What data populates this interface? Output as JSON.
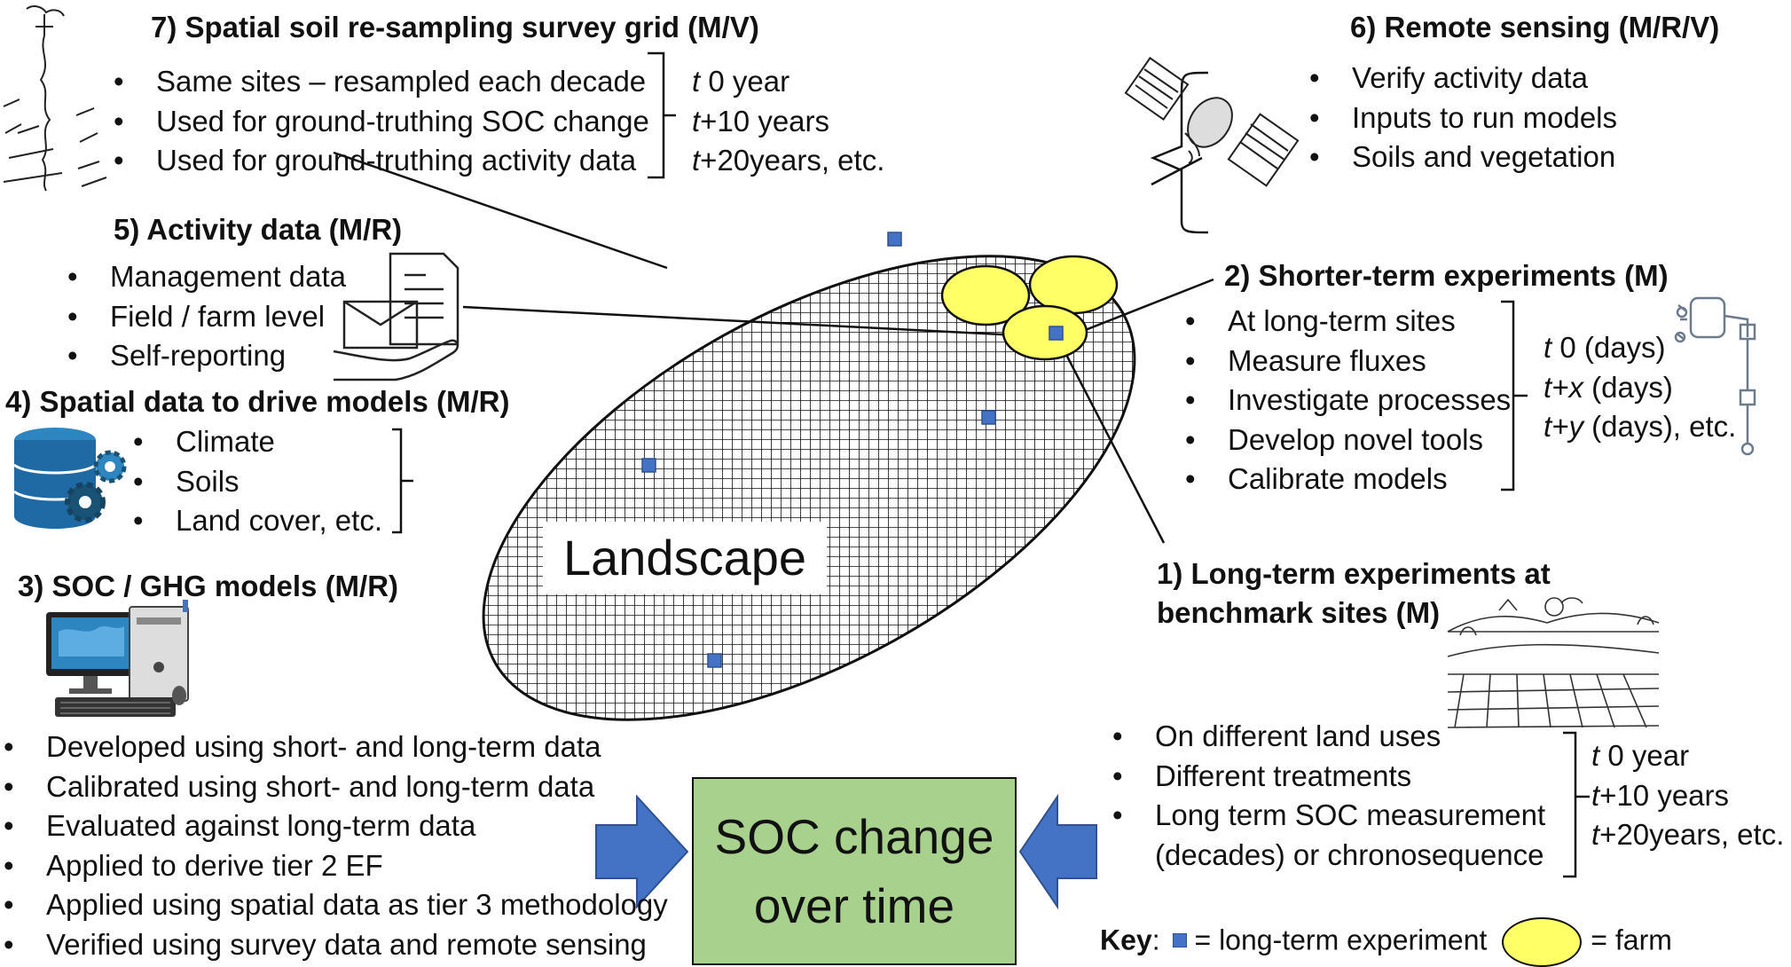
{
  "landscape_label": "Landscape",
  "soc_change": {
    "line1": "SOC change",
    "line2": "over time"
  },
  "section7": {
    "title": "7) Spatial soil re-sampling survey grid (M/V)",
    "bullets": [
      "Same sites – resampled each decade",
      "Used for ground-truthing SOC change",
      "Used for ground-truthing activity data"
    ],
    "times": [
      {
        "var": "t",
        "text": " 0 year"
      },
      {
        "var": "t",
        "text": "+10 years"
      },
      {
        "var": "t",
        "text": "+20years, etc."
      }
    ]
  },
  "section6": {
    "title": "6) Remote sensing (M/R/V)",
    "bullets": [
      "Verify activity data",
      "Inputs to run models",
      "Soils and vegetation"
    ]
  },
  "section5": {
    "title": "5) Activity data (M/R)",
    "bullets": [
      "Management data",
      "Field / farm level",
      "Self-reporting"
    ]
  },
  "section4": {
    "title": "4) Spatial data to drive models (M/R)",
    "bullets": [
      "Climate",
      "Soils",
      "Land cover, etc."
    ]
  },
  "section3": {
    "title": "3) SOC / GHG models (M/R)",
    "bullets": [
      "Developed using short- and long-term data",
      "Calibrated using short- and long-term data",
      "Evaluated against long-term data",
      "Applied to derive tier 2 EF",
      "Applied using spatial data as tier 3 methodology",
      "Verified using survey data and remote sensing"
    ]
  },
  "section2": {
    "title": "2) Shorter-term experiments (M)",
    "bullets": [
      "At long-term sites",
      "Measure fluxes",
      "Investigate processes",
      "Develop novel tools",
      "Calibrate models"
    ],
    "times": [
      {
        "var": "t",
        "text": " 0 (days)"
      },
      {
        "var": "t+x",
        "text": " (days)"
      },
      {
        "var": "t+y",
        "text": " (days), etc."
      }
    ]
  },
  "section1": {
    "title_line1": "1) Long-term experiments at",
    "title_line2": "benchmark sites (M)",
    "bullets": [
      "On different land uses",
      "Different treatments",
      "Long term SOC measurement"
    ],
    "continuation": "(decades) or chronosequence",
    "times": [
      {
        "var": "t",
        "text": " 0 year"
      },
      {
        "var": "t",
        "text": "+10 years"
      },
      {
        "var": "t",
        "text": "+20years, etc."
      }
    ]
  },
  "key": {
    "label": "Key",
    "colon": ":",
    "square_text": "= long-term experiment",
    "farm_text": "= farm"
  },
  "colors": {
    "experiment_square": "#4472c4",
    "farm_fill": "#ffff66",
    "soc_box": "#a9d18e",
    "arrow": "#4472c4",
    "grid_line": "#111111"
  },
  "icons": [
    "soil-auger-icon",
    "satellite-icon",
    "document-hand-icon",
    "database-gears-icon",
    "desktop-computer-icon",
    "flux-chamber-icon",
    "farmland-landscape-icon"
  ]
}
